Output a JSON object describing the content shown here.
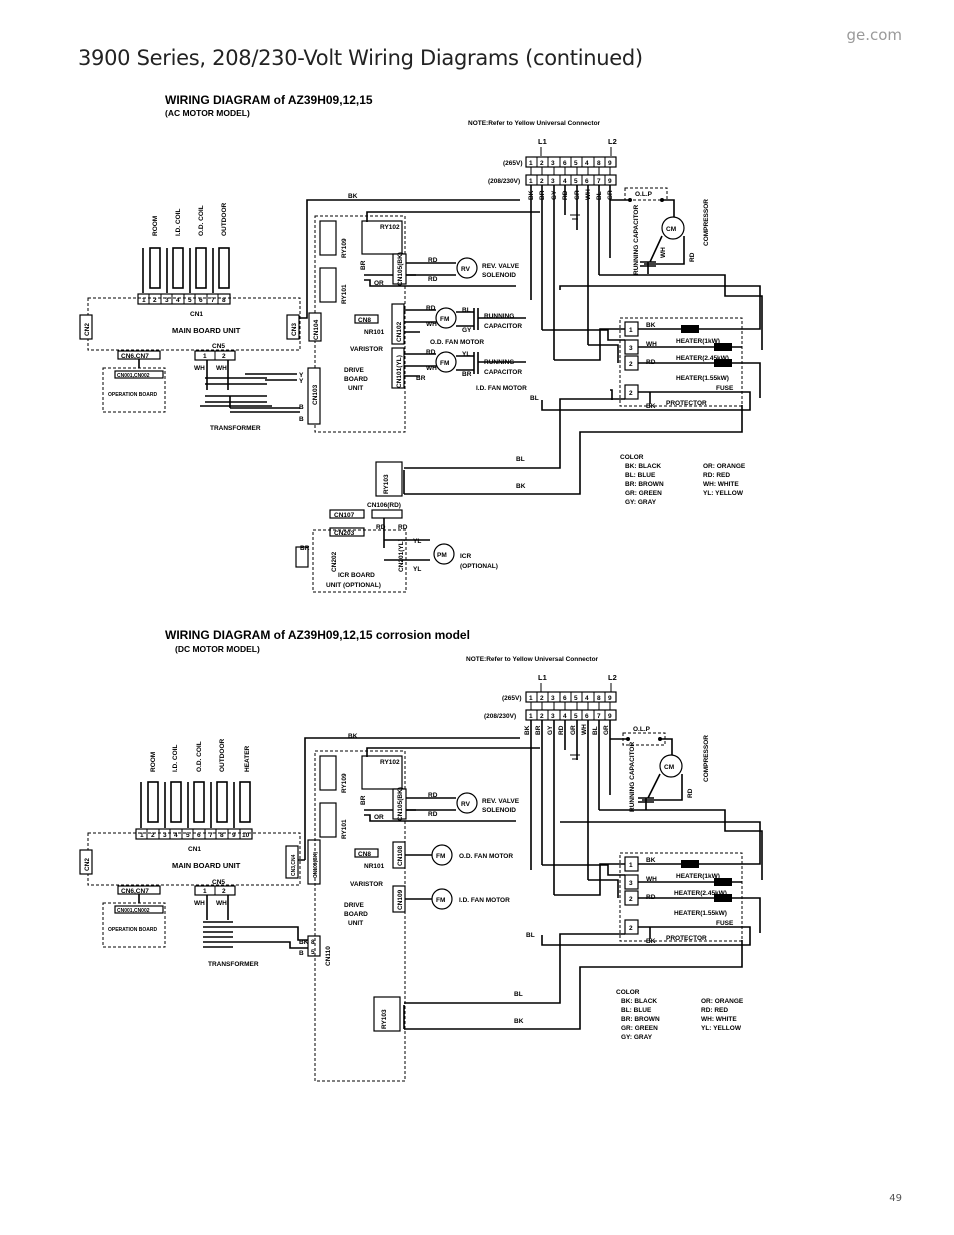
{
  "page": {
    "site": "ge.com",
    "title": "3900 Series, 208/230-Volt Wiring Diagrams (continued)",
    "page_number": "49"
  },
  "labels": {
    "note": "NOTE:Refer to Yellow Universal Connector",
    "l1": "L1",
    "l2": "L2",
    "v265": "(265V)",
    "v208": "(208/230V)",
    "row265": [
      "1",
      "2",
      "3",
      "6",
      "5",
      "4",
      "8",
      "9"
    ],
    "row208": [
      "1",
      "2",
      "3",
      "4",
      "5",
      "6",
      "7",
      "9"
    ],
    "olp": "O.L.P",
    "compressor": "COMPRESSOR",
    "cm": "CM",
    "running_capacitor_v": "RUNNING CAPACITOR",
    "room": "ROOM",
    "id_coil": "I.D. COIL",
    "od_coil": "O.D. COIL",
    "outdoor": "OUTDOOR",
    "heater": "HEATER",
    "cn1": "CN1",
    "cn2": "CN2",
    "cn3": "CN3",
    "cn104": "CN104",
    "main_board": "MAIN BOARD UNIT",
    "cn5": "CN5",
    "cn6cn7": "CN6,CN7",
    "cn001": "CN001,CN002",
    "operation_board": "OPERATION BOARD",
    "transformer": "TRANSFORMER",
    "ry109": "RY109",
    "ry102": "RY102",
    "ry101": "RY101",
    "ry103": "RY103",
    "cn105": "CN105(BK)",
    "rev_valve": "REV. VALVE",
    "solenoid": "SOLENOID",
    "rv": "RV",
    "fm": "FM",
    "pm": "PM",
    "cn8": "CN8",
    "nr101": "NR101",
    "varistor": "VARISTOR",
    "drive_board": "DRIVE",
    "board": "BOARD",
    "unit": "UNIT",
    "cn102": "CN102",
    "cn101": "CN101(YL)",
    "cn103": "CN103",
    "running": "RUNNING",
    "capacitor": "CAPACITOR",
    "od_fan_motor": "O.D. FAN MOTOR",
    "id_fan_motor": "I.D. FAN MOTOR",
    "heater1": "HEATER(1kW)",
    "heater245": "HEATER(2.45kW)",
    "heater155": "HEATER(1.55kW)",
    "fuse": "FUSE",
    "protector": "PROTECTOR",
    "cn106": "CN106(RD)",
    "cn107": "CN107",
    "cn203": "CN203",
    "cn202": "CN202",
    "cn201": "CN201(YL)",
    "icr_board": "ICR BOARD",
    "icr_board_unit": "UNIT (OPTIONAL)",
    "icr": "ICR",
    "icr_opt": "(OPTIONAL)",
    "cn109": "CN109(BK)",
    "cn3cm": "CN3,CN4",
    "cn108": "CN108",
    "cn100": "CN109",
    "cn110": "CN110",
    "wire": {
      "bk": "BK",
      "bl": "BL",
      "br": "BR",
      "gy": "GY",
      "rd": "RD",
      "or": "OR",
      "wh": "WH",
      "gr": "GR",
      "yl": "YL",
      "y": "Y",
      "b": "B"
    },
    "color_title": "COLOR",
    "colors_left": [
      "BK: BLACK",
      "BL: BLUE",
      "BR: BROWN",
      "GR: GREEN",
      "GY: GRAY"
    ],
    "colors_right": [
      "OR: ORANGE",
      "RD: RED",
      "WH: WHITE",
      "YL: YELLOW"
    ],
    "top_terms": [
      "BK",
      "BR",
      "GY",
      "RD",
      "GR",
      "WH",
      "BL",
      "GR"
    ],
    "cn1_pins_top": [
      "1",
      "2",
      "3",
      "4",
      "5",
      "6",
      "7",
      "8"
    ],
    "cn1_pins_bot": [
      "1",
      "2",
      "3",
      "4",
      "5",
      "6",
      "7",
      "8",
      "9",
      "10"
    ],
    "hp_nums": [
      "1",
      "3",
      "2"
    ]
  },
  "diagram_top": {
    "title": "WIRING DIAGRAM of AZ39H09,12,15",
    "subtitle": "(AC MOTOR MODEL)"
  },
  "diagram_bottom": {
    "title": "WIRING DIAGRAM of AZ39H09,12,15 corrosion model",
    "subtitle": "(DC MOTOR MODEL)"
  }
}
